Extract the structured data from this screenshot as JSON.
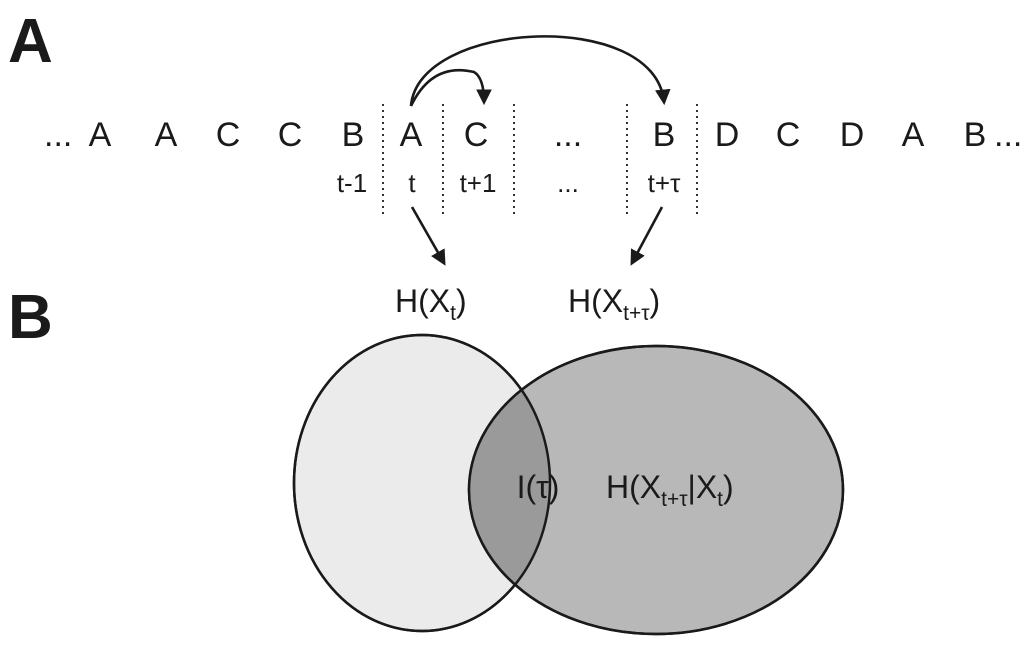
{
  "panels": {
    "a_label": "A",
    "b_label": "B"
  },
  "sequence": {
    "left_ellipsis": "...",
    "tokens_before": [
      "A",
      "A",
      "C",
      "C",
      "B"
    ],
    "token_t": "A",
    "token_t1": "C",
    "gap_ellipsis": "...",
    "token_tau": "B",
    "tokens_after": [
      "D",
      "C",
      "D",
      "A",
      "B"
    ],
    "right_ellipsis": "..."
  },
  "index_labels": {
    "t_minus_1": "t-1",
    "t": "t",
    "t_plus_1": "t+1",
    "gap": "...",
    "t_plus_tau": "t+τ"
  },
  "entropy_labels": {
    "h_xt": {
      "prefix": "H(X",
      "sub": "t",
      "suffix": ")"
    },
    "h_xttau": {
      "prefix": "H(X",
      "sub": "t+τ",
      "suffix": ")"
    }
  },
  "venn": {
    "left_color": "#ebebeb",
    "right_color": "#b8b8b8",
    "overlap_color": "#9a9a9a",
    "mutual_info_label": "I(τ)",
    "conditional_label": {
      "prefix": "H(X",
      "sub1": "t+τ",
      "mid": "|X",
      "sub2": "t",
      "suffix": ")"
    }
  }
}
